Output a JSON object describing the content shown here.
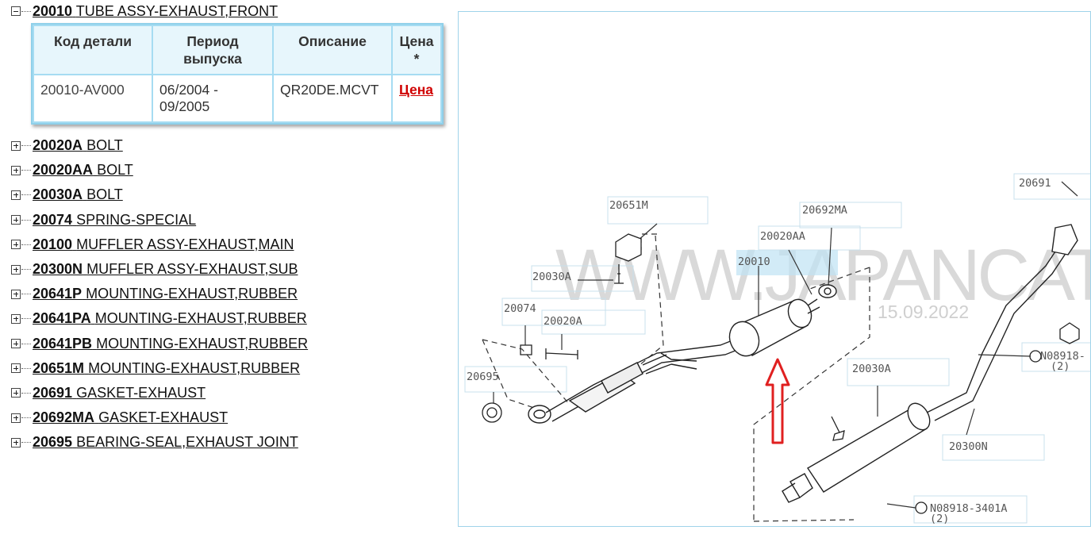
{
  "tree": {
    "expanded": {
      "code": "20010",
      "name": "TUBE ASSY-EXHAUST,FRONT"
    },
    "items": [
      {
        "code": "20020A",
        "name": "BOLT"
      },
      {
        "code": "20020AA",
        "name": "BOLT"
      },
      {
        "code": "20030A",
        "name": "BOLT"
      },
      {
        "code": "20074",
        "name": "SPRING-SPECIAL"
      },
      {
        "code": "20100",
        "name": "MUFFLER ASSY-EXHAUST,MAIN"
      },
      {
        "code": "20300N",
        "name": "MUFFLER ASSY-EXHAUST,SUB"
      },
      {
        "code": "20641P",
        "name": "MOUNTING-EXHAUST,RUBBER"
      },
      {
        "code": "20641PA",
        "name": "MOUNTING-EXHAUST,RUBBER"
      },
      {
        "code": "20641PB",
        "name": "MOUNTING-EXHAUST,RUBBER"
      },
      {
        "code": "20651M",
        "name": "MOUNTING-EXHAUST,RUBBER"
      },
      {
        "code": "20691",
        "name": "GASKET-EXHAUST"
      },
      {
        "code": "20692MA",
        "name": "GASKET-EXHAUST"
      },
      {
        "code": "20695",
        "name": "BEARING-SEAL,EXHAUST JOINT"
      }
    ]
  },
  "detail_table": {
    "headers": {
      "part_code": "Код детали",
      "period": "Период выпуска",
      "description": "Описание",
      "price": "Цена *"
    },
    "row": {
      "part_code": "20010-AV000",
      "period": "06/2004 - 09/2005",
      "description": "QR20DE.MCVT",
      "price_link": "Цена"
    }
  },
  "diagram": {
    "watermark": "WWW.JAPANCAT",
    "watermark_date": "15.09.2022",
    "labels": {
      "l20651M": "20651M",
      "l20692MA": "20692MA",
      "l20020AA": "20020AA",
      "l20010": "20010",
      "l20030A_1": "20030A",
      "l20074": "20074",
      "l20020A": "20020A",
      "l20695": "20695",
      "l20030A_2": "20030A",
      "l20300N": "20300N",
      "l20691": "20691",
      "nut_1": "N08918-",
      "nut_1b": "(2)",
      "nut_2": "N08918-3401A",
      "nut_2b": "(2)"
    },
    "colors": {
      "highlight_arrow": "#e02020",
      "label_box": "#c8e0ec",
      "highlight_box": "#bfe3f4"
    }
  }
}
